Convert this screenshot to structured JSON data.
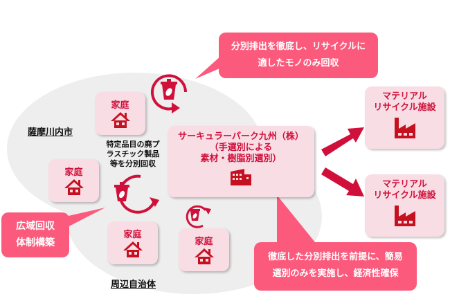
{
  "colors": {
    "accent": "#d0103a",
    "callout": "#fb5a7c",
    "card_bg": "#f9dde5",
    "blob": "#eeeeee"
  },
  "regions": {
    "satsumasendai": "薩摩川内市",
    "surrounding": "周辺自治体"
  },
  "households": [
    {
      "label": "家庭",
      "icon": "house-icon"
    },
    {
      "label": "家庭",
      "icon": "house-icon"
    },
    {
      "label": "家庭",
      "icon": "house-icon"
    },
    {
      "label": "家庭",
      "icon": "house-icon"
    }
  ],
  "collection_note": [
    "特定品目の廃プ",
    "ラスチック製品",
    "等を分別回収"
  ],
  "center": {
    "lines": [
      "サーキュラーパーク九州（株）",
      "（手選別による",
      "素材・樹脂別選別）"
    ],
    "icon": "building-icon"
  },
  "facilities": [
    {
      "lines": [
        "マテリアル",
        "リサイクル施設"
      ],
      "icon": "factory-icon"
    },
    {
      "lines": [
        "マテリアル",
        "リサイクル施設"
      ],
      "icon": "factory-icon"
    }
  ],
  "callouts": {
    "top": [
      "分別排出を徹底し、リサイクルに",
      "適したモノのみ回収"
    ],
    "left": [
      "広域回収",
      "体制構築"
    ],
    "bottom": [
      "徹底した分別排出を前提に、簡易",
      "選別のみを実施し、経済性確保"
    ]
  }
}
